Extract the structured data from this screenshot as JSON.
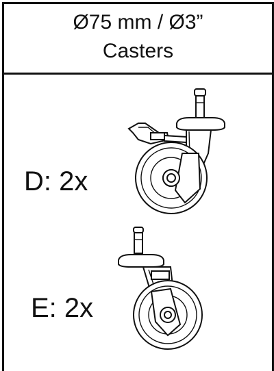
{
  "header": {
    "line1": "Ø75 mm / Ø3”",
    "line2": "Casters"
  },
  "items": [
    {
      "label": "D: 2x",
      "icon": "caster-with-brake-icon"
    },
    {
      "label": "E: 2x",
      "icon": "caster-without-brake-icon"
    }
  ]
}
